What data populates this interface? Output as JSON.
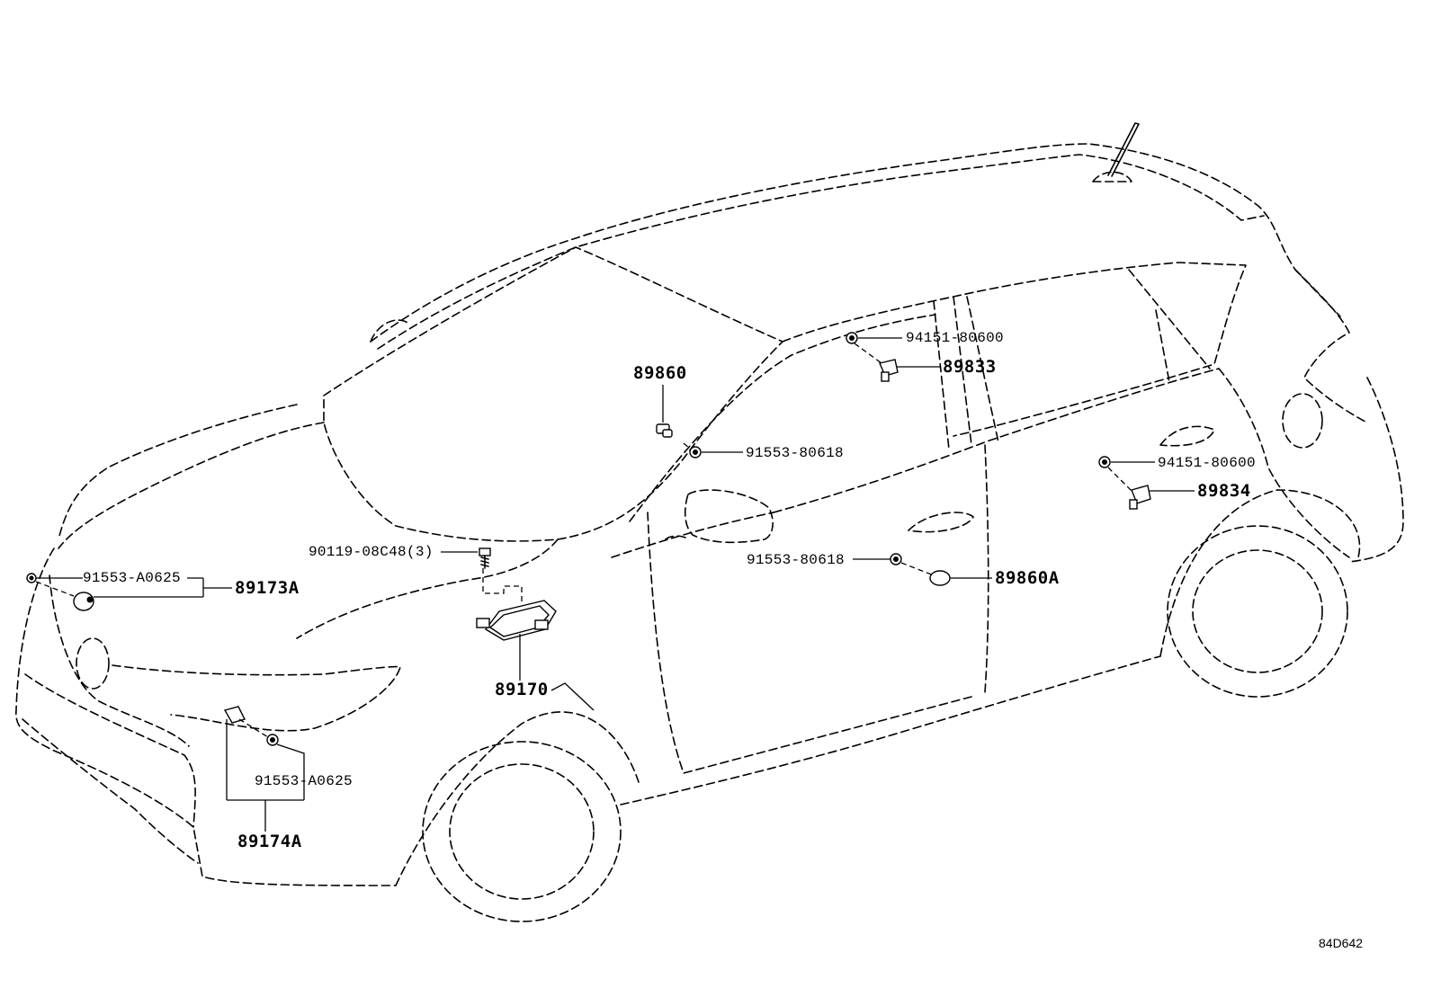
{
  "diagram_code": "84D642",
  "labels": {
    "p89860": "89860",
    "p94151_top": "94151-80600",
    "p89833": "89833",
    "p91553_80618_top": "91553-80618",
    "p94151_right": "94151-80600",
    "p89834": "89834",
    "p90119": "90119-08C48(3)",
    "p91553_80618_mid": "91553-80618",
    "p89860A": "89860A",
    "p91553_A0625_top": "91553-A0625",
    "p89173A": "89173A",
    "p89170": "89170",
    "p91553_A0625_bottom": "91553-A0625",
    "p89174A": "89174A"
  }
}
